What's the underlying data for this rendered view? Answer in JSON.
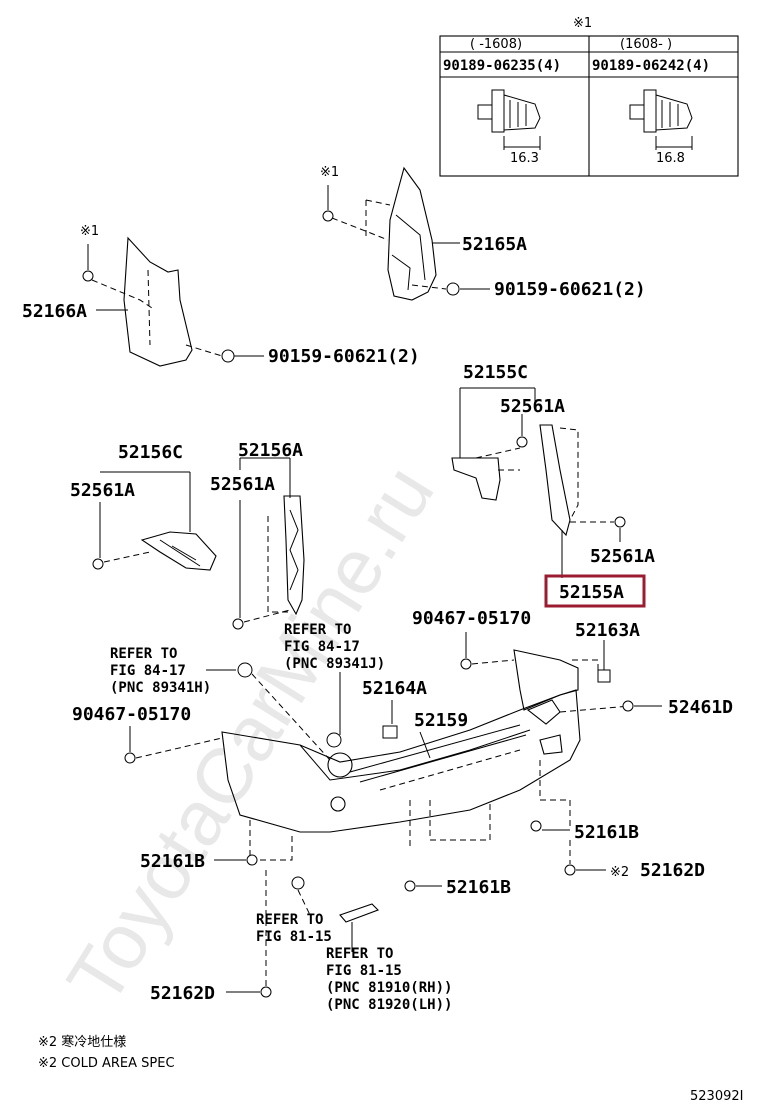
{
  "watermark": "ToyotaCarMine.ru",
  "header_note": {
    "mark": "※1"
  },
  "fastener_table": {
    "columns": [
      {
        "range": "(     -1608)",
        "part": "90189-06235(4)",
        "dim": "16.3"
      },
      {
        "range": "(1608-     )",
        "part": "90189-06242(4)",
        "dim": "16.8"
      }
    ]
  },
  "marks": {
    "m1a": "※1",
    "m1b": "※1",
    "m2": "※2"
  },
  "labels": {
    "p52165A": "52165A",
    "p90159a": "90159-60621(2)",
    "p52166A": "52166A",
    "p90159b": "90159-60621(2)",
    "p52155C": "52155C",
    "p52561A_a": "52561A",
    "p52156C": "52156C",
    "p52156A": "52156A",
    "p52561A_b": "52561A",
    "p52561A_c": "52561A",
    "p52561A_d": "52561A",
    "p52155A": "52155A",
    "p90467a": "90467-05170",
    "p52163A": "52163A",
    "p52164A": "52164A",
    "p52461D": "52461D",
    "p52159": "52159",
    "p90467b": "90467-05170",
    "p52161B_a": "52161B",
    "p52161B_b": "52161B",
    "p52161B_c": "52161B",
    "p52162D_a": "52162D",
    "p52162D_b": "52162D"
  },
  "refs": {
    "r1": [
      "REFER TO",
      "FIG 84-17",
      "(PNC 89341J)"
    ],
    "r2": [
      "REFER TO",
      "FIG 84-17",
      "(PNC 89341H)"
    ],
    "r3": [
      "REFER TO",
      "FIG 81-15"
    ],
    "r4": [
      "REFER TO",
      "FIG 81-15",
      "(PNC 81910(RH))",
      "(PNC 81920(LH))"
    ]
  },
  "footnotes": {
    "jp": "※2 寒冷地仕様",
    "en": "※2 COLD AREA SPEC"
  },
  "figure_id": "523092I",
  "colors": {
    "highlight": "#9b1b30",
    "watermark": "#e8e8e8",
    "line": "#000000"
  }
}
